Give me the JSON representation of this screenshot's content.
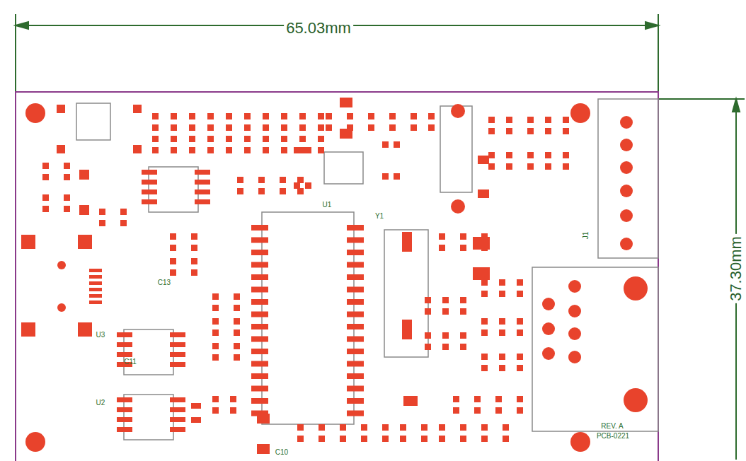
{
  "diagram": {
    "labels": [
      "65.03mm",
      "37.30mm",
      "U1",
      "Y1",
      "U3",
      "U2",
      "C13",
      "C11",
      "C10",
      "J1",
      "REV. A",
      "PCB-0221"
    ]
  }
}
